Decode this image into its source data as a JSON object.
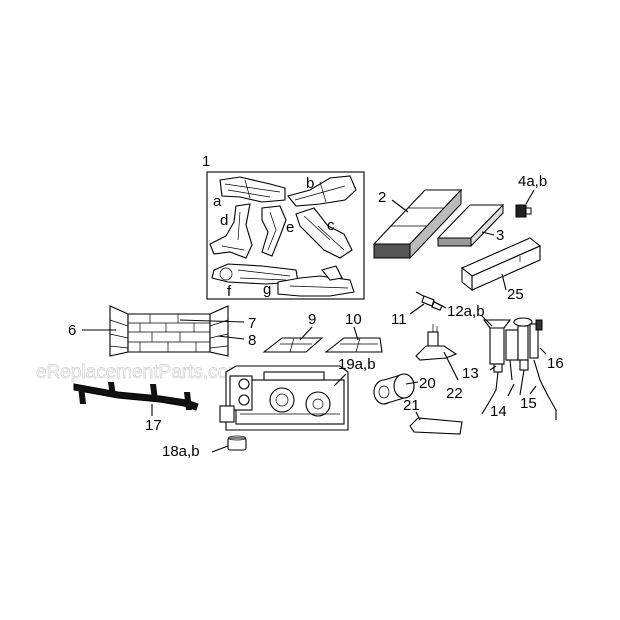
{
  "diagram": {
    "watermark": "eReplacementParts.com",
    "callouts": {
      "c1": "1",
      "ca": "a",
      "cb": "b",
      "cc": "c",
      "cd": "d",
      "ce": "e",
      "cf": "f",
      "cg": "g",
      "c2": "2",
      "c3": "3",
      "c4": "4a,b",
      "c25": "25",
      "c6": "6",
      "c7": "7",
      "c8": "8",
      "c9": "9",
      "c10": "10",
      "c11": "11",
      "c12": "12a,b",
      "c13": "13",
      "c14": "14",
      "c15": "15",
      "c16": "16",
      "c17": "17",
      "c18": "18a,b",
      "c19": "19a,b",
      "c20": "20",
      "c21": "21",
      "c22": "22"
    }
  }
}
